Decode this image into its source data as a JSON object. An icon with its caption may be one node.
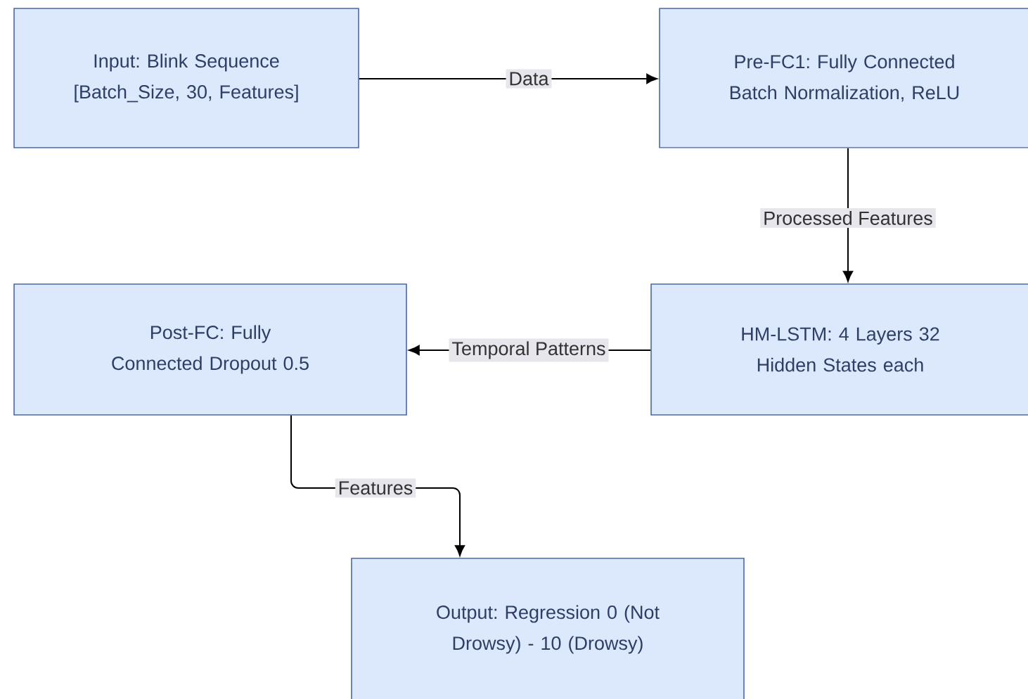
{
  "diagram": {
    "nodes": [
      {
        "text": [
          "Input: Blink Sequence [Batch_Size, 30, Features]"
        ]
      },
      {
        "text": [
          "Pre-FC1: Fully Connected Batch Normalization, ReLU"
        ]
      },
      {
        "text": [
          "HM-LSTM: 4 Layers 32 Hidden States each"
        ]
      },
      {
        "text": [
          "Post-FC: Fully Connected Dropout 0.5"
        ]
      },
      {
        "text": [
          "Output: Regression 0 (Not Drowsy) - 10 (Drowsy)"
        ]
      }
    ],
    "edges": [
      {
        "from": 0,
        "to": 1,
        "arrow": "to",
        "label": "Data"
      },
      {
        "from": 1,
        "to": 2,
        "arrow": "to",
        "label": "Processed Features"
      },
      {
        "from": 2,
        "to": 3,
        "arrow": "to",
        "label": "Temporal Patterns"
      },
      {
        "from": 3,
        "to": 4,
        "arrow": "to",
        "label": "Features"
      }
    ]
  }
}
